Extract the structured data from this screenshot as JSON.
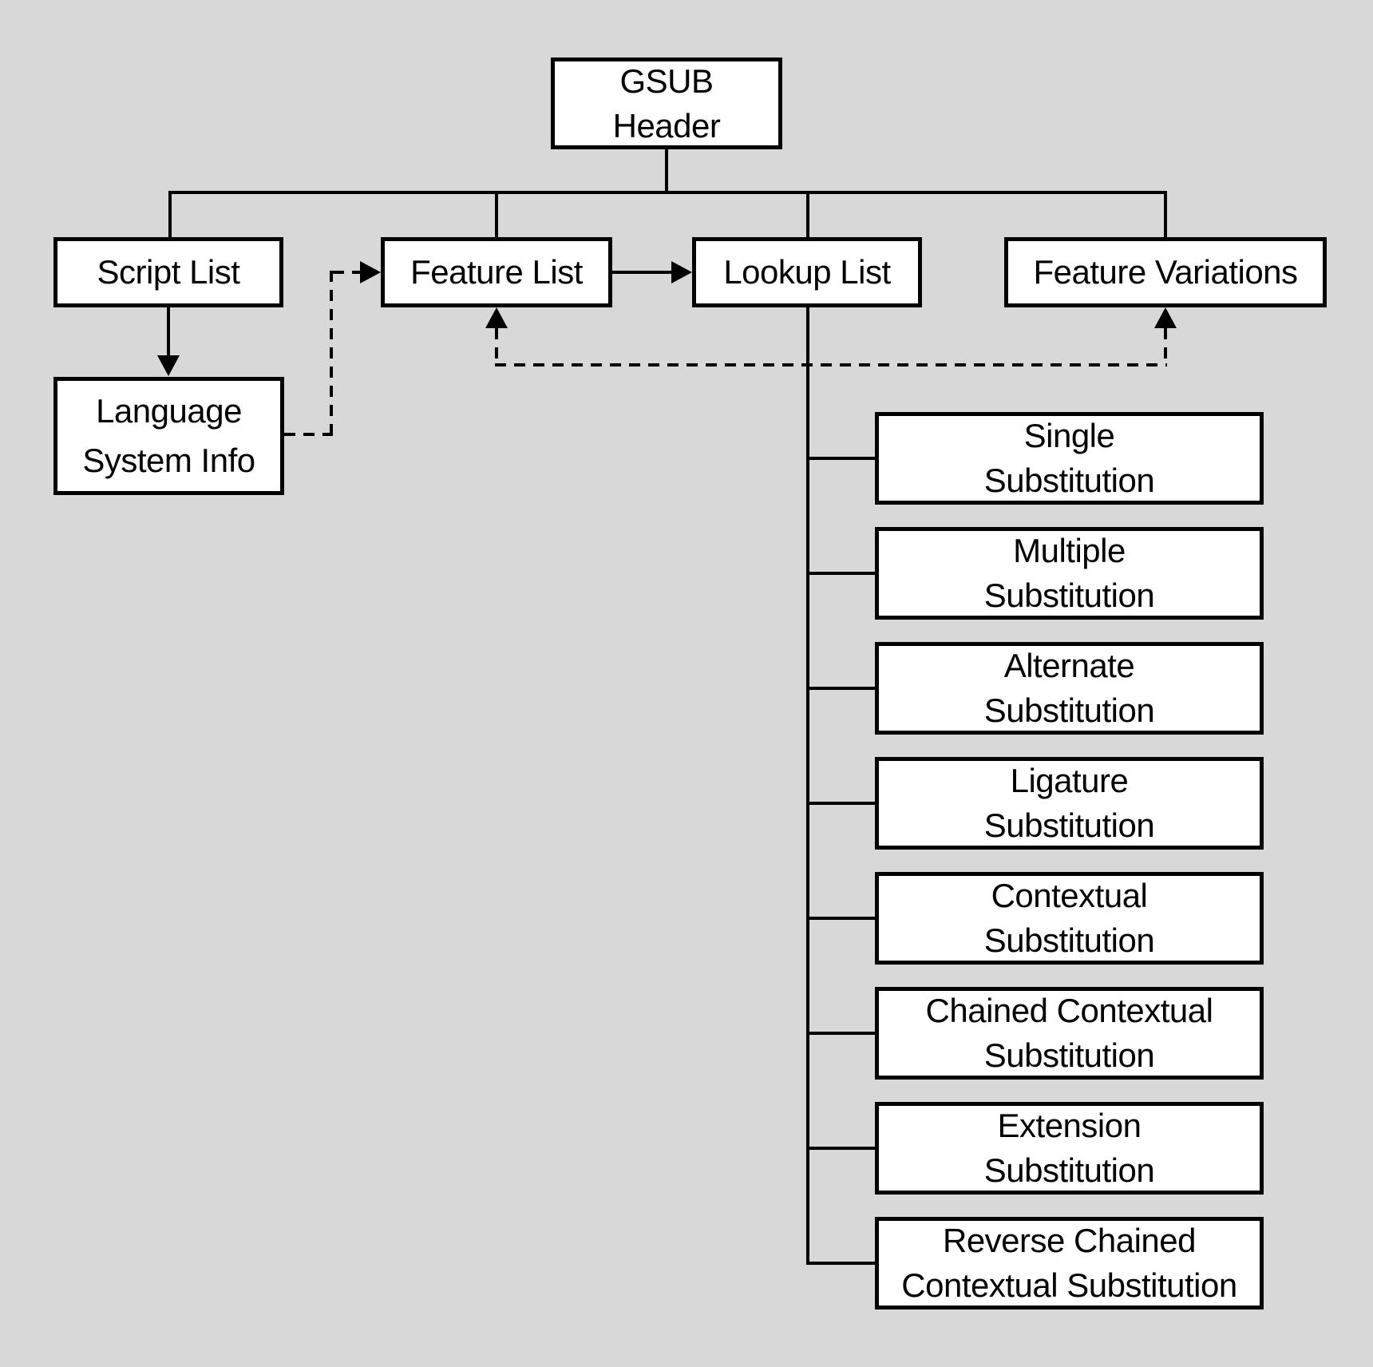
{
  "colors": {
    "background": "#d8d8d8",
    "box_fill": "#ffffff",
    "box_border": "#000000",
    "line": "#000000",
    "text": "#000000"
  },
  "nodes": {
    "gsub_header": {
      "lines": [
        "GSUB",
        "Header"
      ]
    },
    "script_list": {
      "lines": [
        "Script List"
      ]
    },
    "feature_list": {
      "lines": [
        "Feature List"
      ]
    },
    "lookup_list": {
      "lines": [
        "Lookup List"
      ]
    },
    "feature_variations": {
      "lines": [
        "Feature Variations"
      ]
    },
    "language_system_info": {
      "lines": [
        "Language",
        "System Info"
      ]
    },
    "lookup_types": [
      {
        "lines": [
          "Single",
          "Substitution"
        ]
      },
      {
        "lines": [
          "Multiple",
          "Substitution"
        ]
      },
      {
        "lines": [
          "Alternate",
          "Substitution"
        ]
      },
      {
        "lines": [
          "Ligature",
          "Substitution"
        ]
      },
      {
        "lines": [
          "Contextual",
          "Substitution"
        ]
      },
      {
        "lines": [
          "Chained Contextual",
          "Substitution"
        ]
      },
      {
        "lines": [
          "Extension",
          "Substitution"
        ]
      },
      {
        "lines": [
          "Reverse Chained",
          "Contextual Substitution"
        ]
      }
    ]
  },
  "edges": [
    {
      "from": "gsub_header",
      "to": "script_list",
      "style": "solid",
      "arrowhead": "none"
    },
    {
      "from": "gsub_header",
      "to": "feature_list",
      "style": "solid",
      "arrowhead": "none"
    },
    {
      "from": "gsub_header",
      "to": "lookup_list",
      "style": "solid",
      "arrowhead": "none"
    },
    {
      "from": "gsub_header",
      "to": "feature_variations",
      "style": "solid",
      "arrowhead": "none"
    },
    {
      "from": "script_list",
      "to": "language_system_info",
      "style": "solid",
      "arrowhead": "to"
    },
    {
      "from": "language_system_info",
      "to": "feature_list",
      "style": "dashed",
      "arrowhead": "to"
    },
    {
      "from": "feature_list",
      "to": "lookup_list",
      "style": "solid",
      "arrowhead": "to"
    },
    {
      "from": "feature_variations",
      "to": "feature_list",
      "style": "dashed",
      "arrowhead": "both"
    },
    {
      "from": "lookup_list",
      "to": "lookup_types",
      "style": "solid",
      "arrowhead": "none"
    }
  ]
}
